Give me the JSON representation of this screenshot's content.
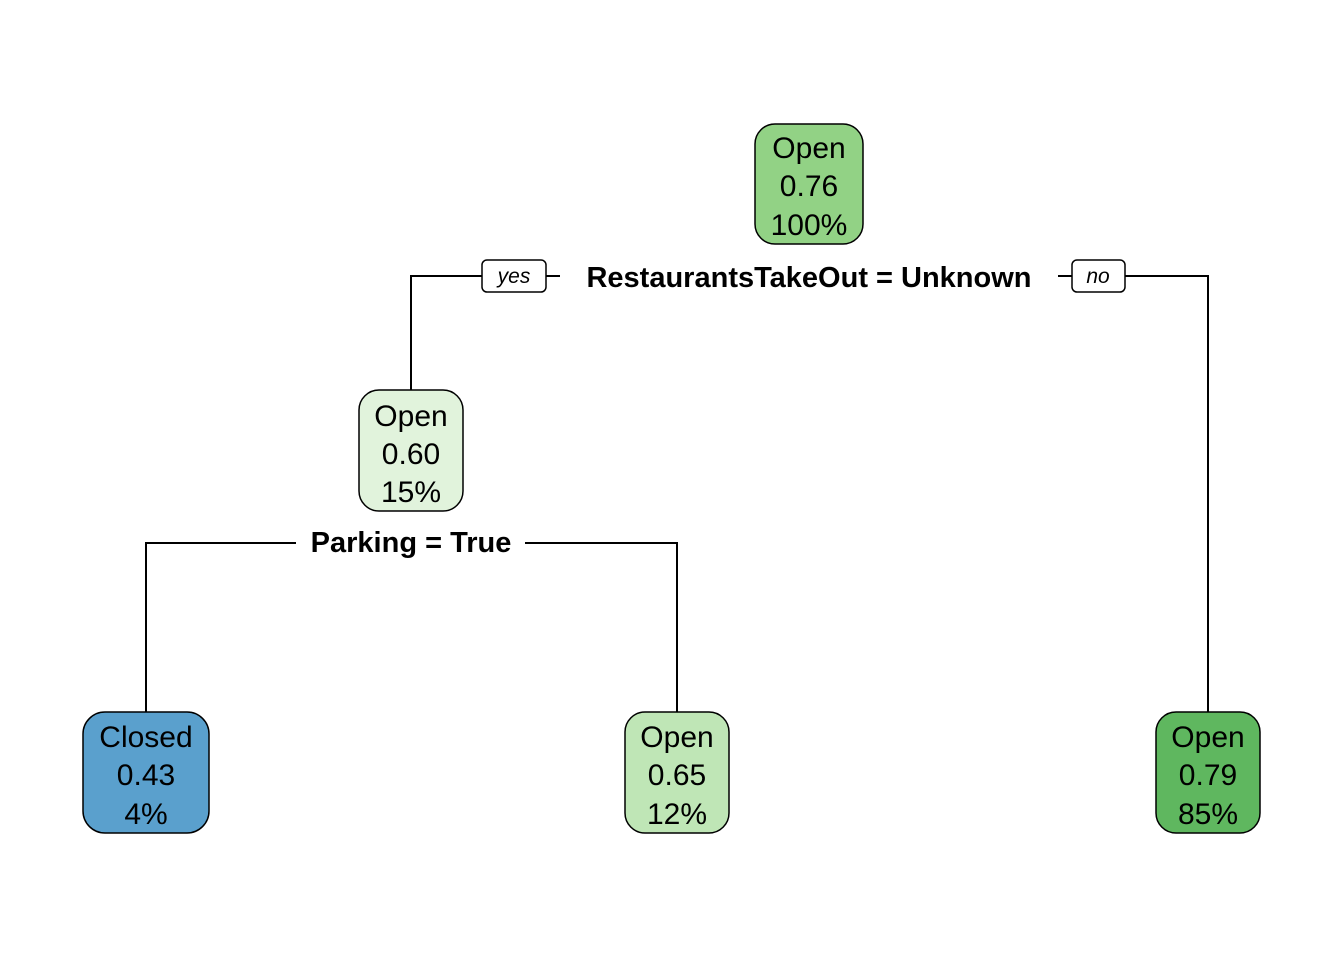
{
  "nodes": {
    "root": {
      "class": "Open",
      "prob": "0.76",
      "pct": "100%",
      "color": "#92d285"
    },
    "yes": {
      "class": "Open",
      "prob": "0.60",
      "pct": "15%",
      "color": "#e1f3dc"
    },
    "no": {
      "class": "Open",
      "prob": "0.79",
      "pct": "85%",
      "color": "#5fb75f"
    },
    "closed": {
      "class": "Closed",
      "prob": "0.43",
      "pct": "4%",
      "color": "#5aa0cd"
    },
    "open12": {
      "class": "Open",
      "prob": "0.65",
      "pct": "12%",
      "color": "#bfe6b6"
    }
  },
  "splits": {
    "root": "RestaurantsTakeOut = Unknown",
    "left": "Parking = True"
  },
  "branch_labels": {
    "yes": "yes",
    "no": "no"
  }
}
